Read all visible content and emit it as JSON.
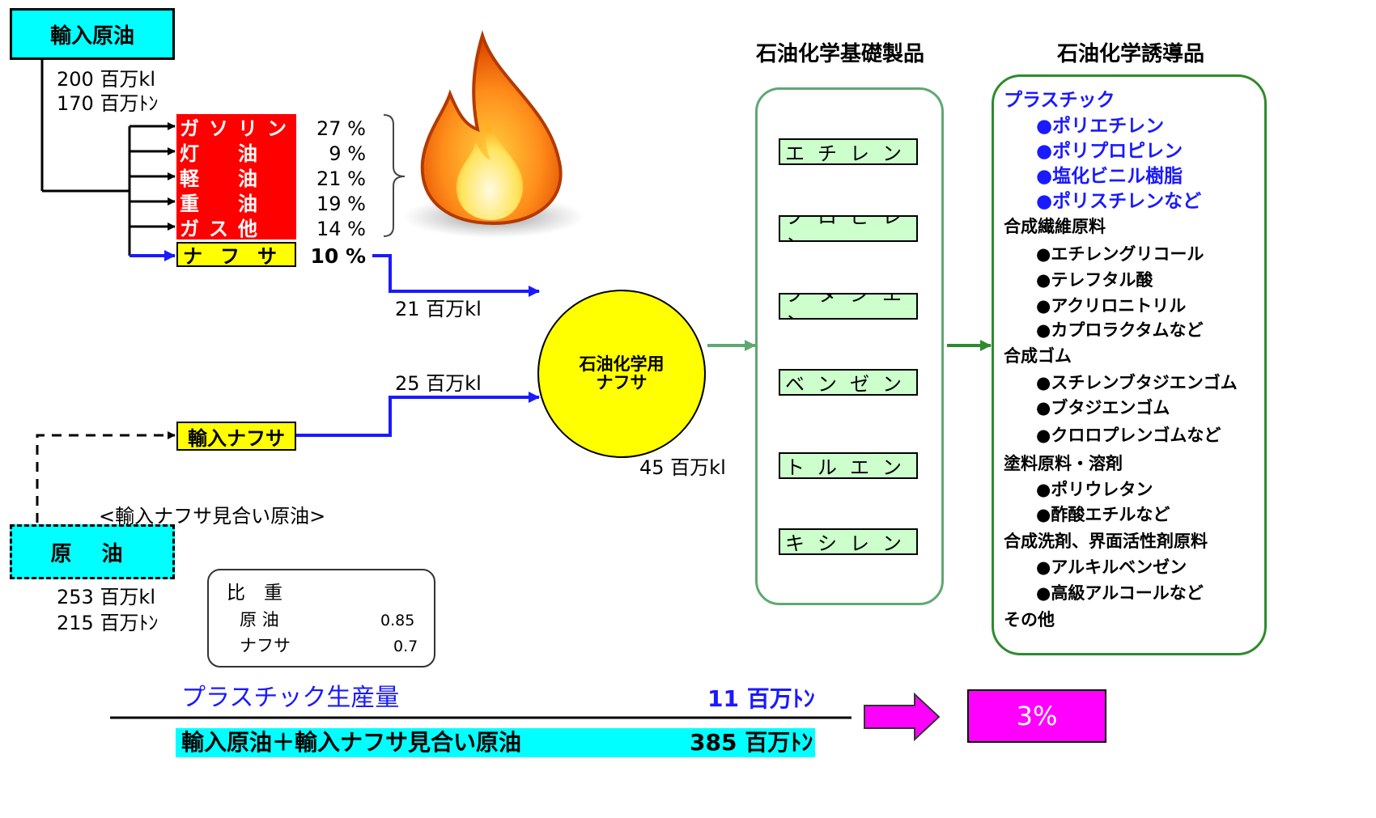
{
  "import_crude": {
    "label": "輸入原油",
    "volume": "200 百万kl",
    "weight": "170 百万ﾄﾝ"
  },
  "products": [
    {
      "name": "ガソリン",
      "pct": "27 %"
    },
    {
      "name": "灯　油",
      "pct": "9 %"
    },
    {
      "name": "軽　油",
      "pct": "21 %"
    },
    {
      "name": "重　油",
      "pct": "19 %"
    },
    {
      "name": "ガス他",
      "pct": "14 %"
    }
  ],
  "naphtha": {
    "name": "ナフサ",
    "pct": "10 %",
    "flow": "21 百万kl"
  },
  "import_naphtha": {
    "label": "輸入ナフサ",
    "flow": "25 百万kl"
  },
  "center": {
    "line1": "石油化学用",
    "line2": "ナフサ",
    "total": "45 百万kl"
  },
  "crude_equiv": {
    "caption": "<輸入ナフサ見合い原油>",
    "label": "原 油",
    "volume": "253 百万kl",
    "weight": "215 百万ﾄﾝ"
  },
  "specific_gravity": {
    "title": "比　重",
    "rows": [
      {
        "name": "原 油",
        "value": "0.85"
      },
      {
        "name": "ナフサ",
        "value": "0.7"
      }
    ]
  },
  "basic_products": {
    "heading": "石油化学基礎製品",
    "items": [
      "エチレン",
      "プロピレン",
      "ブタジエン",
      "ベンゼン",
      "トルエン",
      "キシレン"
    ]
  },
  "derivatives": {
    "heading": "石油化学誘導品",
    "groups": [
      {
        "title": "プラスチック",
        "items": [
          "●ポリエチレン",
          "●ポリプロピレン",
          "●塩化ビニル樹脂",
          "●ポリスチレンなど"
        ]
      },
      {
        "title": "合成繊維原料",
        "items": [
          "●エチレングリコール",
          "●テレフタル酸",
          "●アクリロニトリル",
          "●カプロラクタムなど"
        ]
      },
      {
        "title": "合成ゴム",
        "items": [
          "●スチレンブタジエンゴム",
          "●ブタジエンゴム",
          "●クロロプレンゴムなど"
        ]
      },
      {
        "title": "塗料原料・溶剤",
        "items": [
          "●ポリウレタン",
          "●酢酸エチルなど"
        ]
      },
      {
        "title": "合成洗剤、界面活性剤原料",
        "items": [
          "●アルキルベンゼン",
          "●高級アルコールなど"
        ]
      },
      {
        "title": "その他",
        "items": []
      }
    ]
  },
  "fraction": {
    "numerator_label": "プラスチック生産量",
    "numerator_value": "11 百万ﾄﾝ",
    "denominator_label": "輸入原油＋輸入ナフサ見合い原油",
    "denominator_value": "385 百万ﾄﾝ",
    "result": "3%"
  },
  "colors": {
    "cyan": "#00ffff",
    "red": "#ff0000",
    "yellow": "#ffff00",
    "blue": "#1a1aff",
    "green": "#2e8b2e",
    "magenta": "#ff00ff"
  },
  "icons": [
    "fire-icon",
    "brace-icon",
    "right-arrow-icon"
  ]
}
